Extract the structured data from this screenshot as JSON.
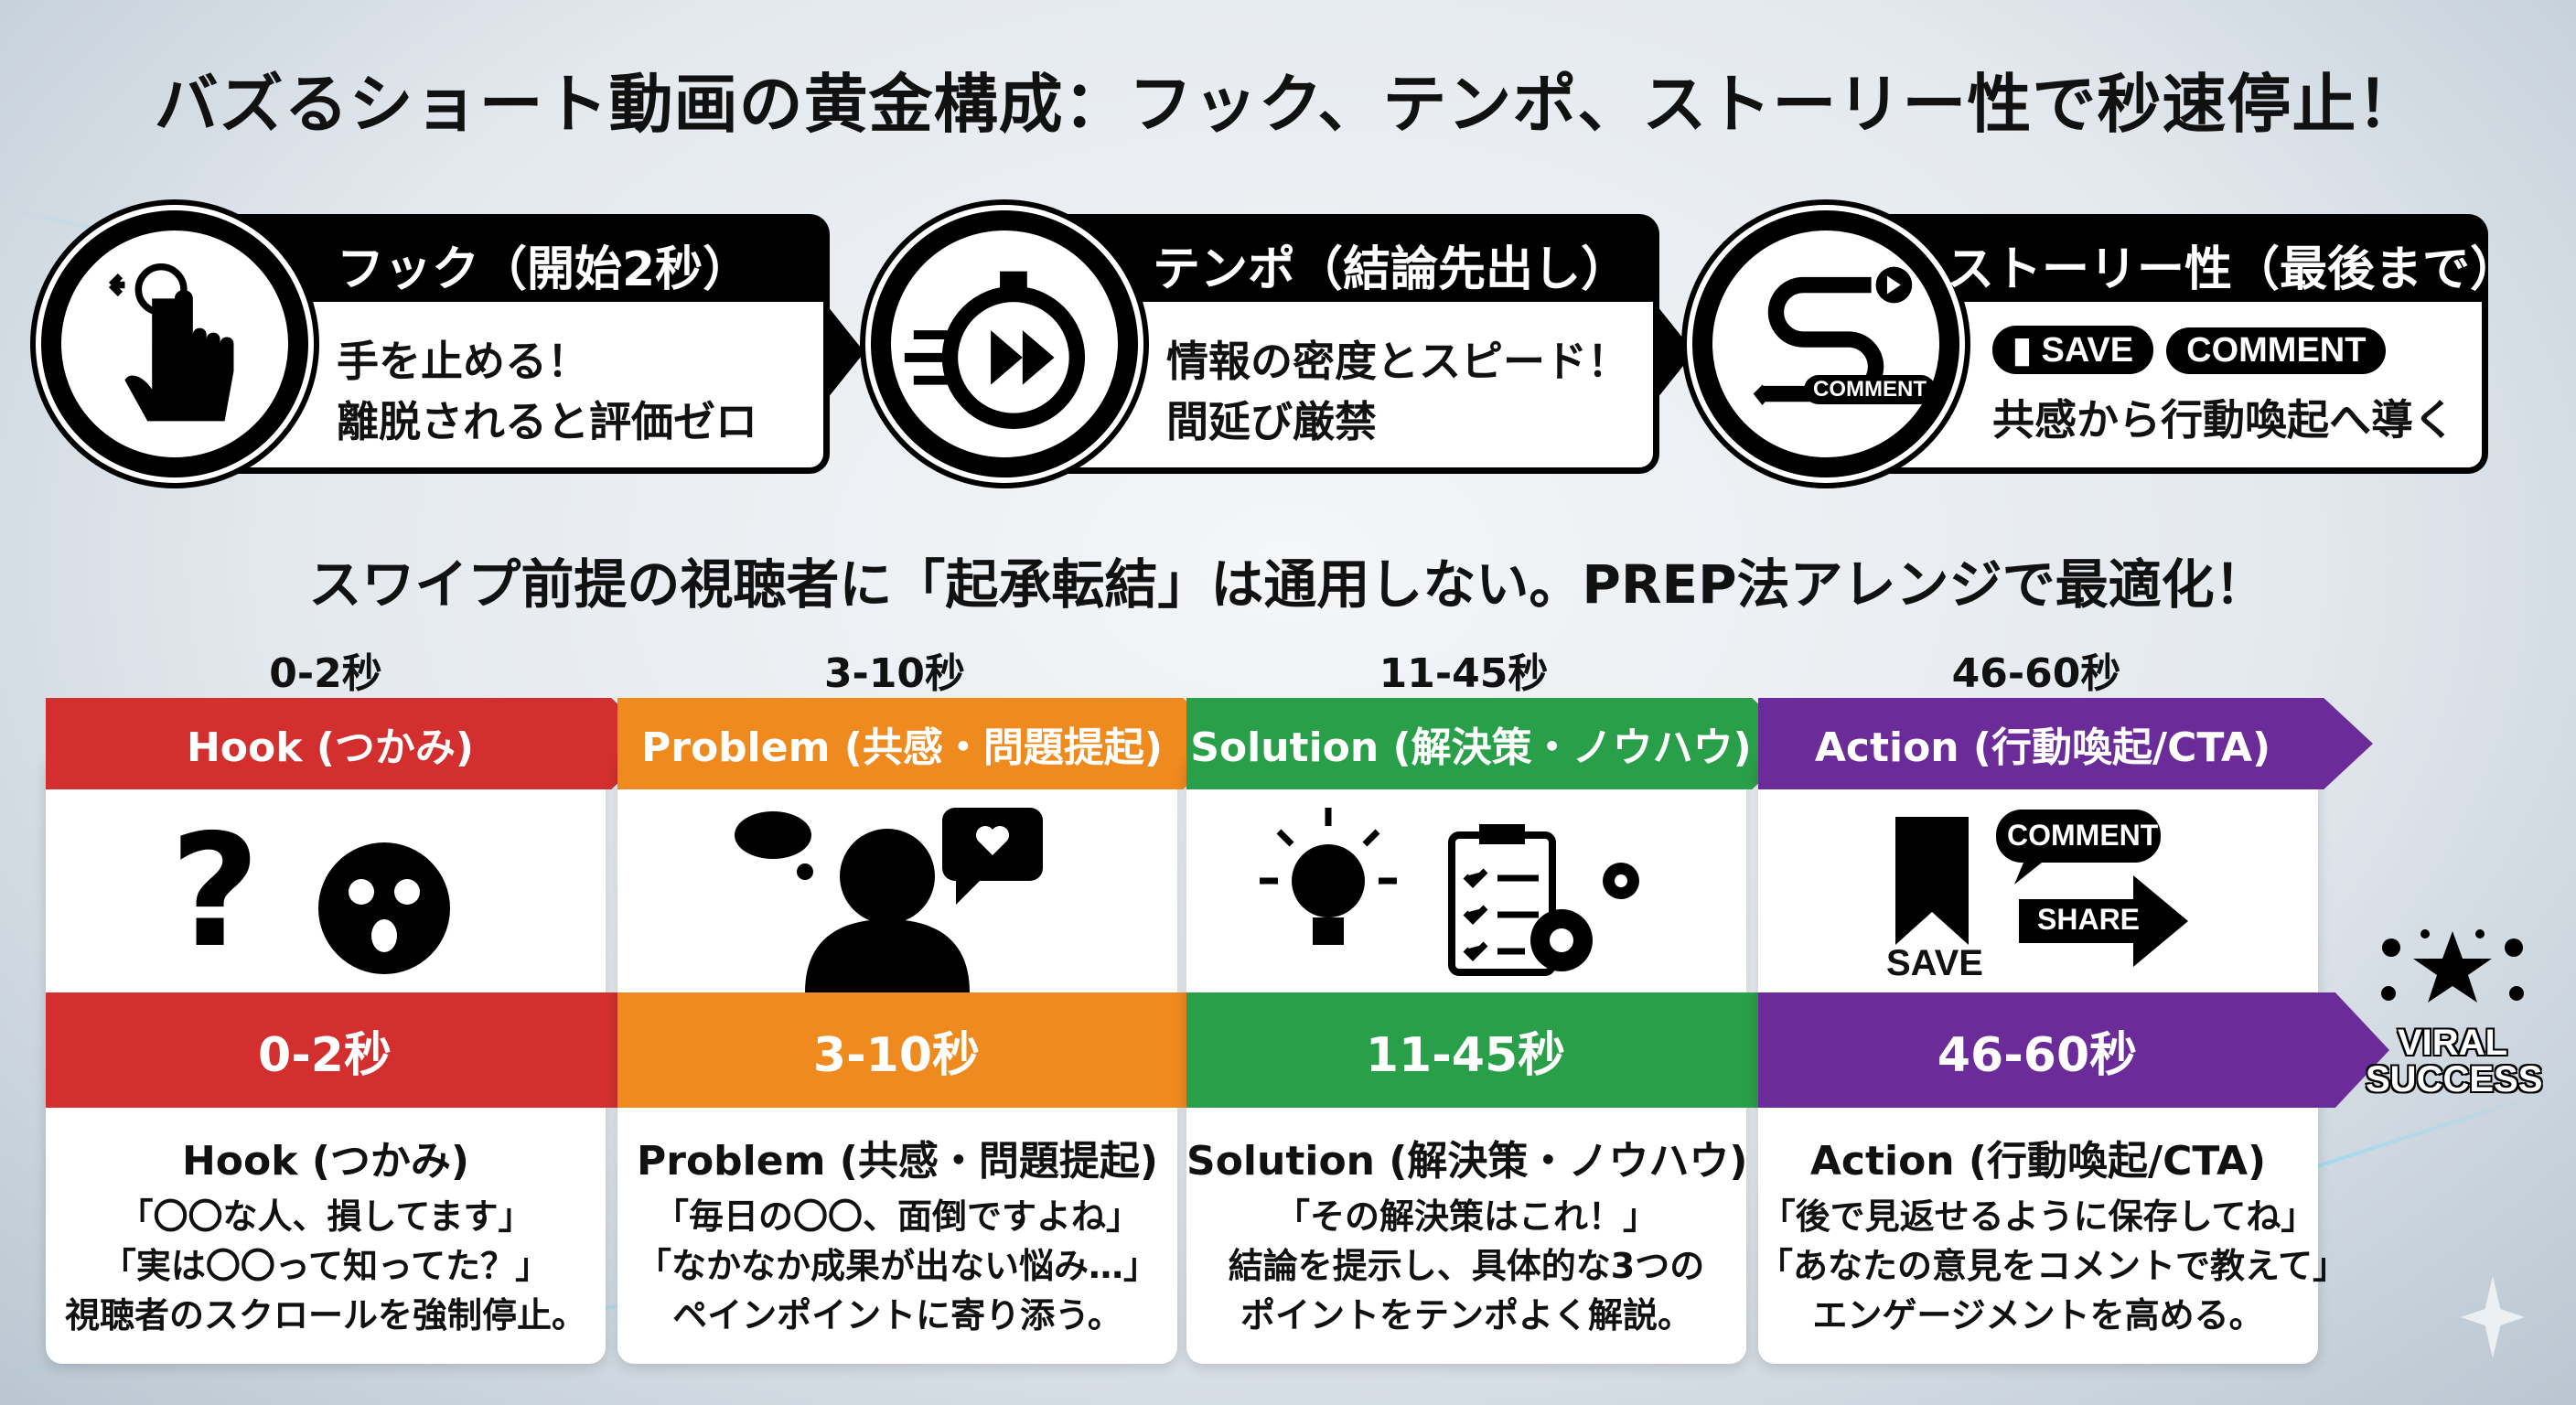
{
  "title": "バズるショート動画の黄金構成：フック、テンポ、ストーリー性で秒速停止！",
  "top_cards": [
    {
      "heading": "フック（開始2秒）",
      "lines": [
        "手を止める！",
        "離脱されると評価ゼロ"
      ],
      "icon": "tap-hand-icon"
    },
    {
      "heading": "テンポ（結論先出し）",
      "lines": [
        "情報の密度とスピード！",
        "間延び厳禁"
      ],
      "icon": "stopwatch-fast-forward-icon"
    },
    {
      "heading": "ストーリー性（最後まで）",
      "pills": [
        "SAVE",
        "COMMENT"
      ],
      "icon_badge": "COMMENT",
      "lines": [
        "共感から行動喚起へ導く"
      ],
      "icon": "story-path-icon"
    }
  ],
  "subtitle": "スワイプ前提の視聴者に「起承転結」は通用しない。PREP法アレンジで最適化！",
  "colors": {
    "hook": "#d32f2f",
    "problem": "#ee8a1e",
    "solution": "#2a9f4a",
    "action": "#6b2c9a"
  },
  "steps": [
    {
      "time": "0-2秒",
      "header": "Hook (つかみ)",
      "name": "Hook (つかみ)",
      "lines": [
        "「〇〇な人、損してます」",
        "「実は〇〇って知ってた？」",
        "視聴者のスクロールを強制停止。"
      ]
    },
    {
      "time": "3-10秒",
      "header": "Problem (共感・問題提起)",
      "name": "Problem (共感・問題提起)",
      "lines": [
        "「毎日の〇〇、面倒ですよね」",
        "「なかなか成果が出ない悩み…」",
        "ペインポイントに寄り添う。"
      ]
    },
    {
      "time": "11-45秒",
      "header": "Solution (解決策・ノウハウ)",
      "name": "Solution (解決策・ノウハウ)",
      "lines": [
        "「その解決策はこれ！」",
        "結論を提示し、具体的な3つの",
        "ポイントをテンポよく解説。"
      ]
    },
    {
      "time": "46-60秒",
      "header": "Action (行動喚起/CTA)",
      "name": "Action (行動喚起/CTA)",
      "lines": [
        "「後で見返せるように保存してね」",
        "「あなたの意見をコメントで教えて」",
        "エンゲージメントを高める。"
      ],
      "icon_labels": {
        "save": "SAVE",
        "comment": "COMMENT",
        "share": "SHARE"
      }
    }
  ],
  "badge": {
    "line1": "VIRAL",
    "line2": "SUCCESS"
  }
}
